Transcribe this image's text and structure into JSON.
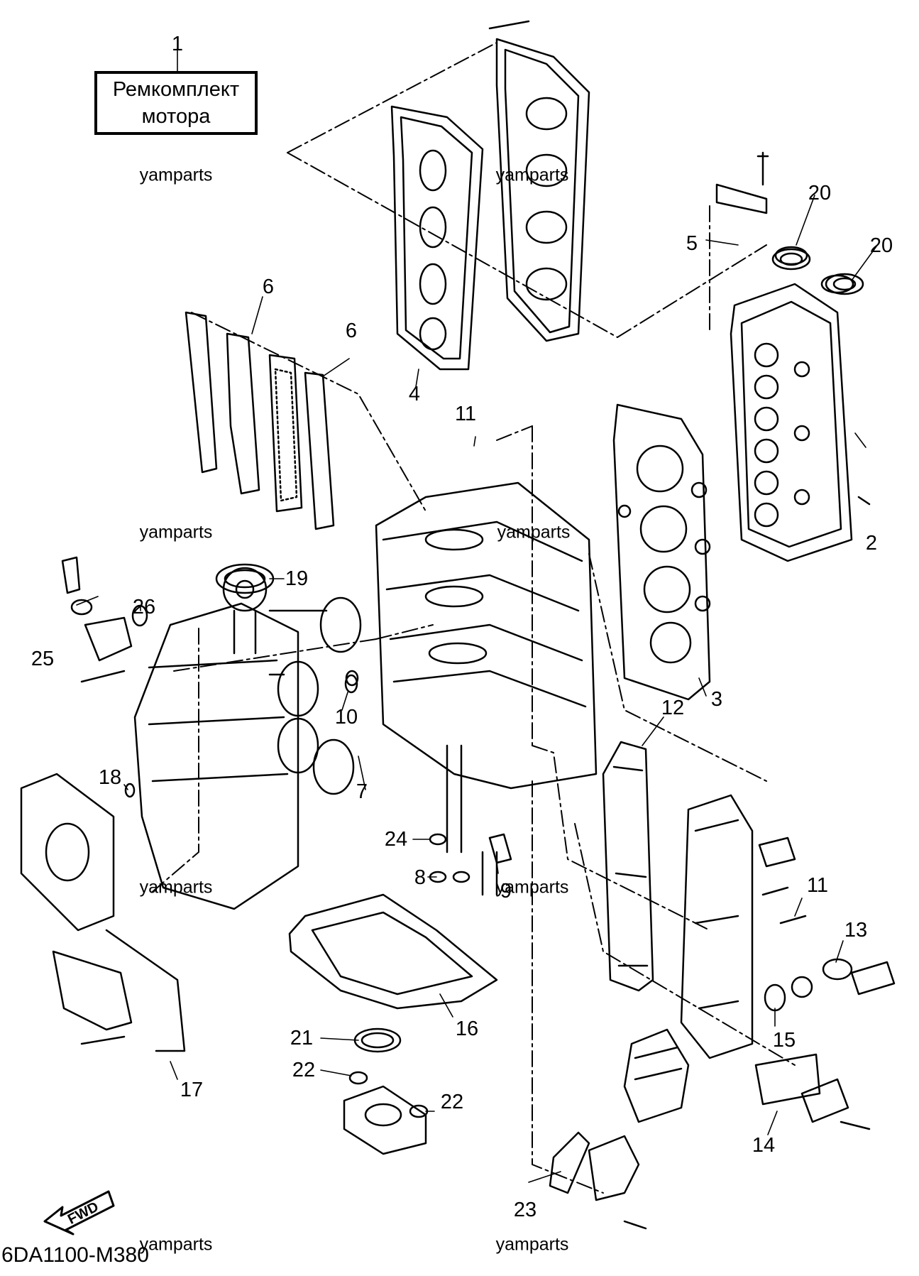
{
  "kit_box": {
    "number": "1",
    "line1": "Ремкомплект",
    "line2": "мотора"
  },
  "part_numbers": [
    {
      "id": "p2",
      "label": "2"
    },
    {
      "id": "p3",
      "label": "3"
    },
    {
      "id": "p4",
      "label": "4"
    },
    {
      "id": "p5",
      "label": "5"
    },
    {
      "id": "p6a",
      "label": "6"
    },
    {
      "id": "p6b",
      "label": "6"
    },
    {
      "id": "p7",
      "label": "7"
    },
    {
      "id": "p8",
      "label": "8"
    },
    {
      "id": "p9",
      "label": "9"
    },
    {
      "id": "p10",
      "label": "10"
    },
    {
      "id": "p11a",
      "label": "11"
    },
    {
      "id": "p11b",
      "label": "11"
    },
    {
      "id": "p12",
      "label": "12"
    },
    {
      "id": "p13",
      "label": "13"
    },
    {
      "id": "p14",
      "label": "14"
    },
    {
      "id": "p15",
      "label": "15"
    },
    {
      "id": "p16",
      "label": "16"
    },
    {
      "id": "p17",
      "label": "17"
    },
    {
      "id": "p18",
      "label": "18"
    },
    {
      "id": "p19",
      "label": "19"
    },
    {
      "id": "p20a",
      "label": "20"
    },
    {
      "id": "p20b",
      "label": "20"
    },
    {
      "id": "p21",
      "label": "21"
    },
    {
      "id": "p22a",
      "label": "22"
    },
    {
      "id": "p22b",
      "label": "22"
    },
    {
      "id": "p23",
      "label": "23"
    },
    {
      "id": "p24",
      "label": "24"
    },
    {
      "id": "p25",
      "label": "25"
    },
    {
      "id": "p26",
      "label": "26"
    }
  ],
  "watermark": "yamparts",
  "diagram_code": "6DA1100-M380",
  "fwd_label": "FWD"
}
